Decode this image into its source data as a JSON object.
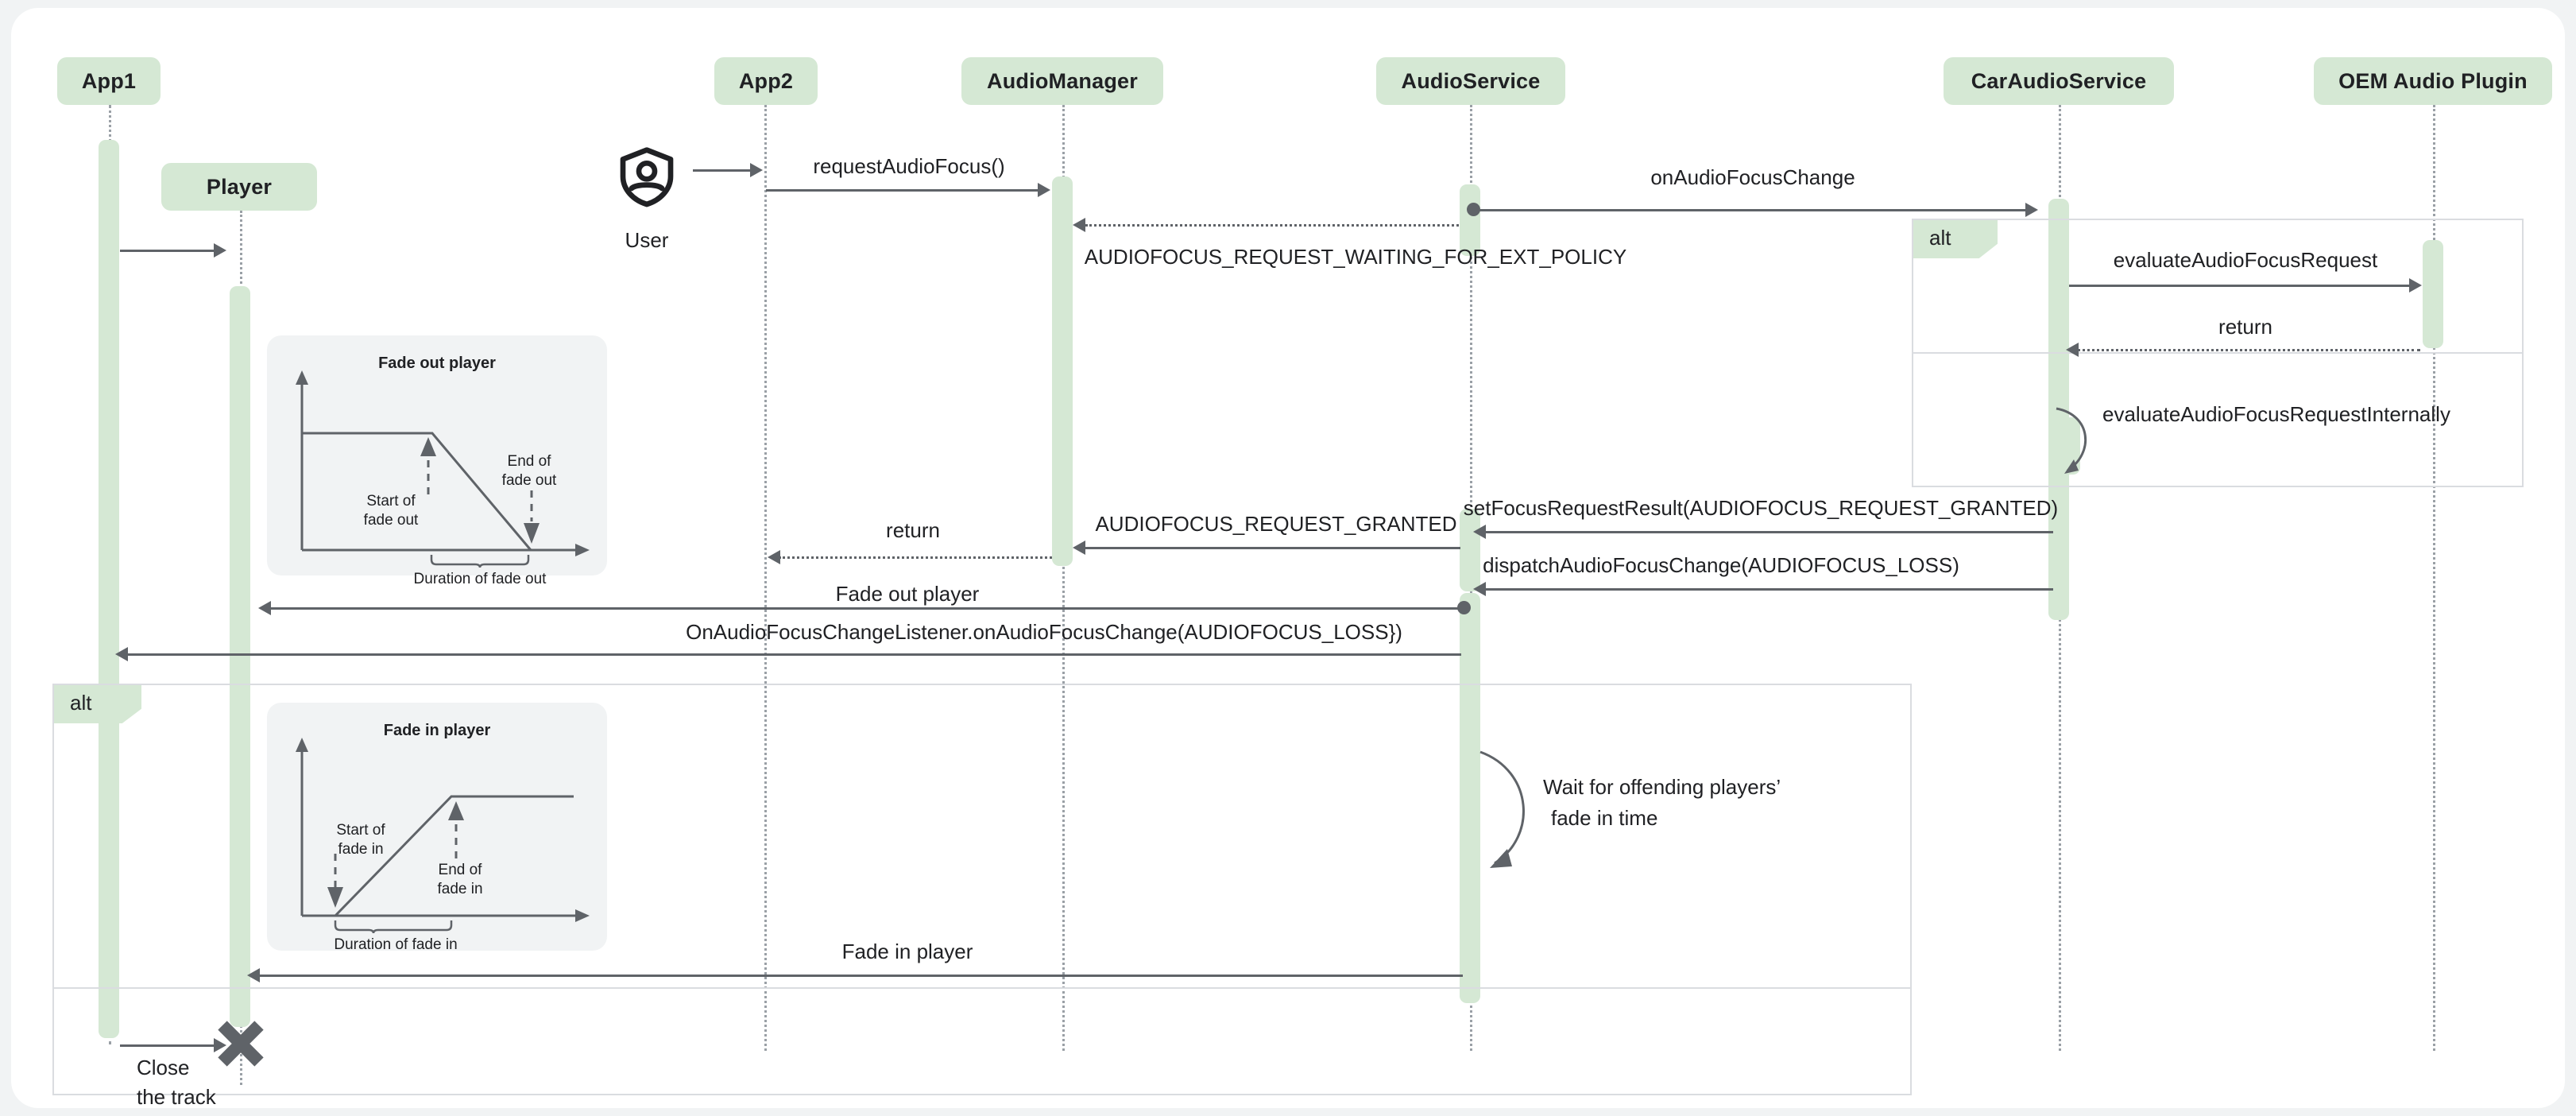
{
  "diagram": {
    "title": "Android Automotive audio focus and fade sequence",
    "accent_color": "#d5e8d4",
    "line_color": "#5f6368",
    "card_background": "#ffffff",
    "page_background": "#f1f3f4",
    "frame_border_color": "#dadce0"
  },
  "actors": [
    {
      "id": "app1",
      "label": "App1"
    },
    {
      "id": "player",
      "label": "Player"
    },
    {
      "id": "app2",
      "label": "App2"
    },
    {
      "id": "audiomanager",
      "label": "AudioManager"
    },
    {
      "id": "audioservice",
      "label": "AudioService"
    },
    {
      "id": "caraudioservice",
      "label": "CarAudioService"
    },
    {
      "id": "oemplugin",
      "label": "OEM Audio Plugin"
    }
  ],
  "external_actor": {
    "label": "User",
    "icon": "shield-user-icon"
  },
  "fragments": [
    {
      "id": "alt-oem",
      "label": "alt"
    },
    {
      "id": "alt-main",
      "label": "alt"
    }
  ],
  "messages": [
    {
      "id": "m0",
      "label": "",
      "from": "user",
      "to": "app2"
    },
    {
      "id": "m1",
      "label": "requestAudioFocus()",
      "from": "app2",
      "to": "audiomanager"
    },
    {
      "id": "m2",
      "label": "",
      "from": "app1",
      "to": "player"
    },
    {
      "id": "m3",
      "label": "onAudioFocusChange",
      "from": "audioservice",
      "to": "caraudioservice"
    },
    {
      "id": "m4",
      "label": "AUDIOFOCUS_REQUEST_WAITING_FOR_EXT_POLICY",
      "from": "audioservice",
      "to": "audiomanager"
    },
    {
      "id": "m5",
      "label": "evaluateAudioFocusRequest",
      "from": "caraudioservice",
      "to": "oemplugin"
    },
    {
      "id": "m6",
      "label": "return",
      "from": "oemplugin",
      "to": "caraudioservice"
    },
    {
      "id": "m7",
      "label": "evaluateAudioFocusRequestInternally",
      "from": "caraudioservice",
      "to": "caraudioservice"
    },
    {
      "id": "m8",
      "label": "setFocusRequestResult(AUDIOFOCUS_REQUEST_GRANTED)",
      "from": "caraudioservice",
      "to": "audioservice"
    },
    {
      "id": "m9",
      "label": "AUDIOFOCUS_REQUEST_GRANTED",
      "from": "audioservice",
      "to": "audiomanager"
    },
    {
      "id": "m10",
      "label": "return",
      "from": "audiomanager",
      "to": "app2"
    },
    {
      "id": "m11",
      "label": "dispatchAudioFocusChange(AUDIOFOCUS_LOSS)",
      "from": "caraudioservice",
      "to": "audioservice"
    },
    {
      "id": "m12",
      "label": "Fade out player",
      "from": "audioservice",
      "to": "player"
    },
    {
      "id": "m13",
      "label": "OnAudioFocusChangeListener.onAudioFocusChange(AUDIOFOCUS_LOSS})",
      "from": "audioservice",
      "to": "app1"
    },
    {
      "id": "m14",
      "label": "Wait for offending players’ fade in time",
      "from": "audioservice",
      "to": "audioservice"
    },
    {
      "id": "m15",
      "label": "Fade in player",
      "from": "audioservice",
      "to": "player"
    },
    {
      "id": "m16",
      "label": "Close the track",
      "from": "app1",
      "to": "player"
    }
  ],
  "fade_out_chart": {
    "type": "line",
    "title": "Fade out player",
    "xlabel": "",
    "ylabel": "",
    "annotations": [
      {
        "id": "start",
        "text": "Start of\nfade out"
      },
      {
        "id": "end",
        "text": "End of\nfade out"
      },
      {
        "id": "dur",
        "text": "Duration of fade out"
      }
    ],
    "x": [
      0,
      0.52,
      0.9
    ],
    "y": [
      1.0,
      1.0,
      0.0
    ]
  },
  "fade_in_chart": {
    "type": "line",
    "title": "Fade in player",
    "xlabel": "",
    "ylabel": "",
    "annotations": [
      {
        "id": "start",
        "text": "Start of\nfade in"
      },
      {
        "id": "end",
        "text": "End of\nfade in"
      },
      {
        "id": "dur",
        "text": "Duration of fade in"
      }
    ],
    "x": [
      0.0,
      0.22,
      0.62,
      1.0
    ],
    "y": [
      0.0,
      0.0,
      1.0,
      1.0
    ]
  },
  "fade_text": {
    "out_title": "Fade out player",
    "out_start_l1": "Start of",
    "out_start_l2": "fade out",
    "out_end_l1": "End of",
    "out_end_l2": "fade out",
    "out_duration": "Duration of fade out",
    "in_title": "Fade in player",
    "in_start_l1": "Start of",
    "in_start_l2": "fade in",
    "in_end_l1": "End of",
    "in_end_l2": "fade in",
    "in_duration": "Duration of fade in"
  },
  "close_note": {
    "line1": "Close",
    "line2": "the track",
    "marker": "destroy-x-icon"
  },
  "wait_note": {
    "line1": "Wait for offending players’",
    "line2": "fade in time"
  }
}
